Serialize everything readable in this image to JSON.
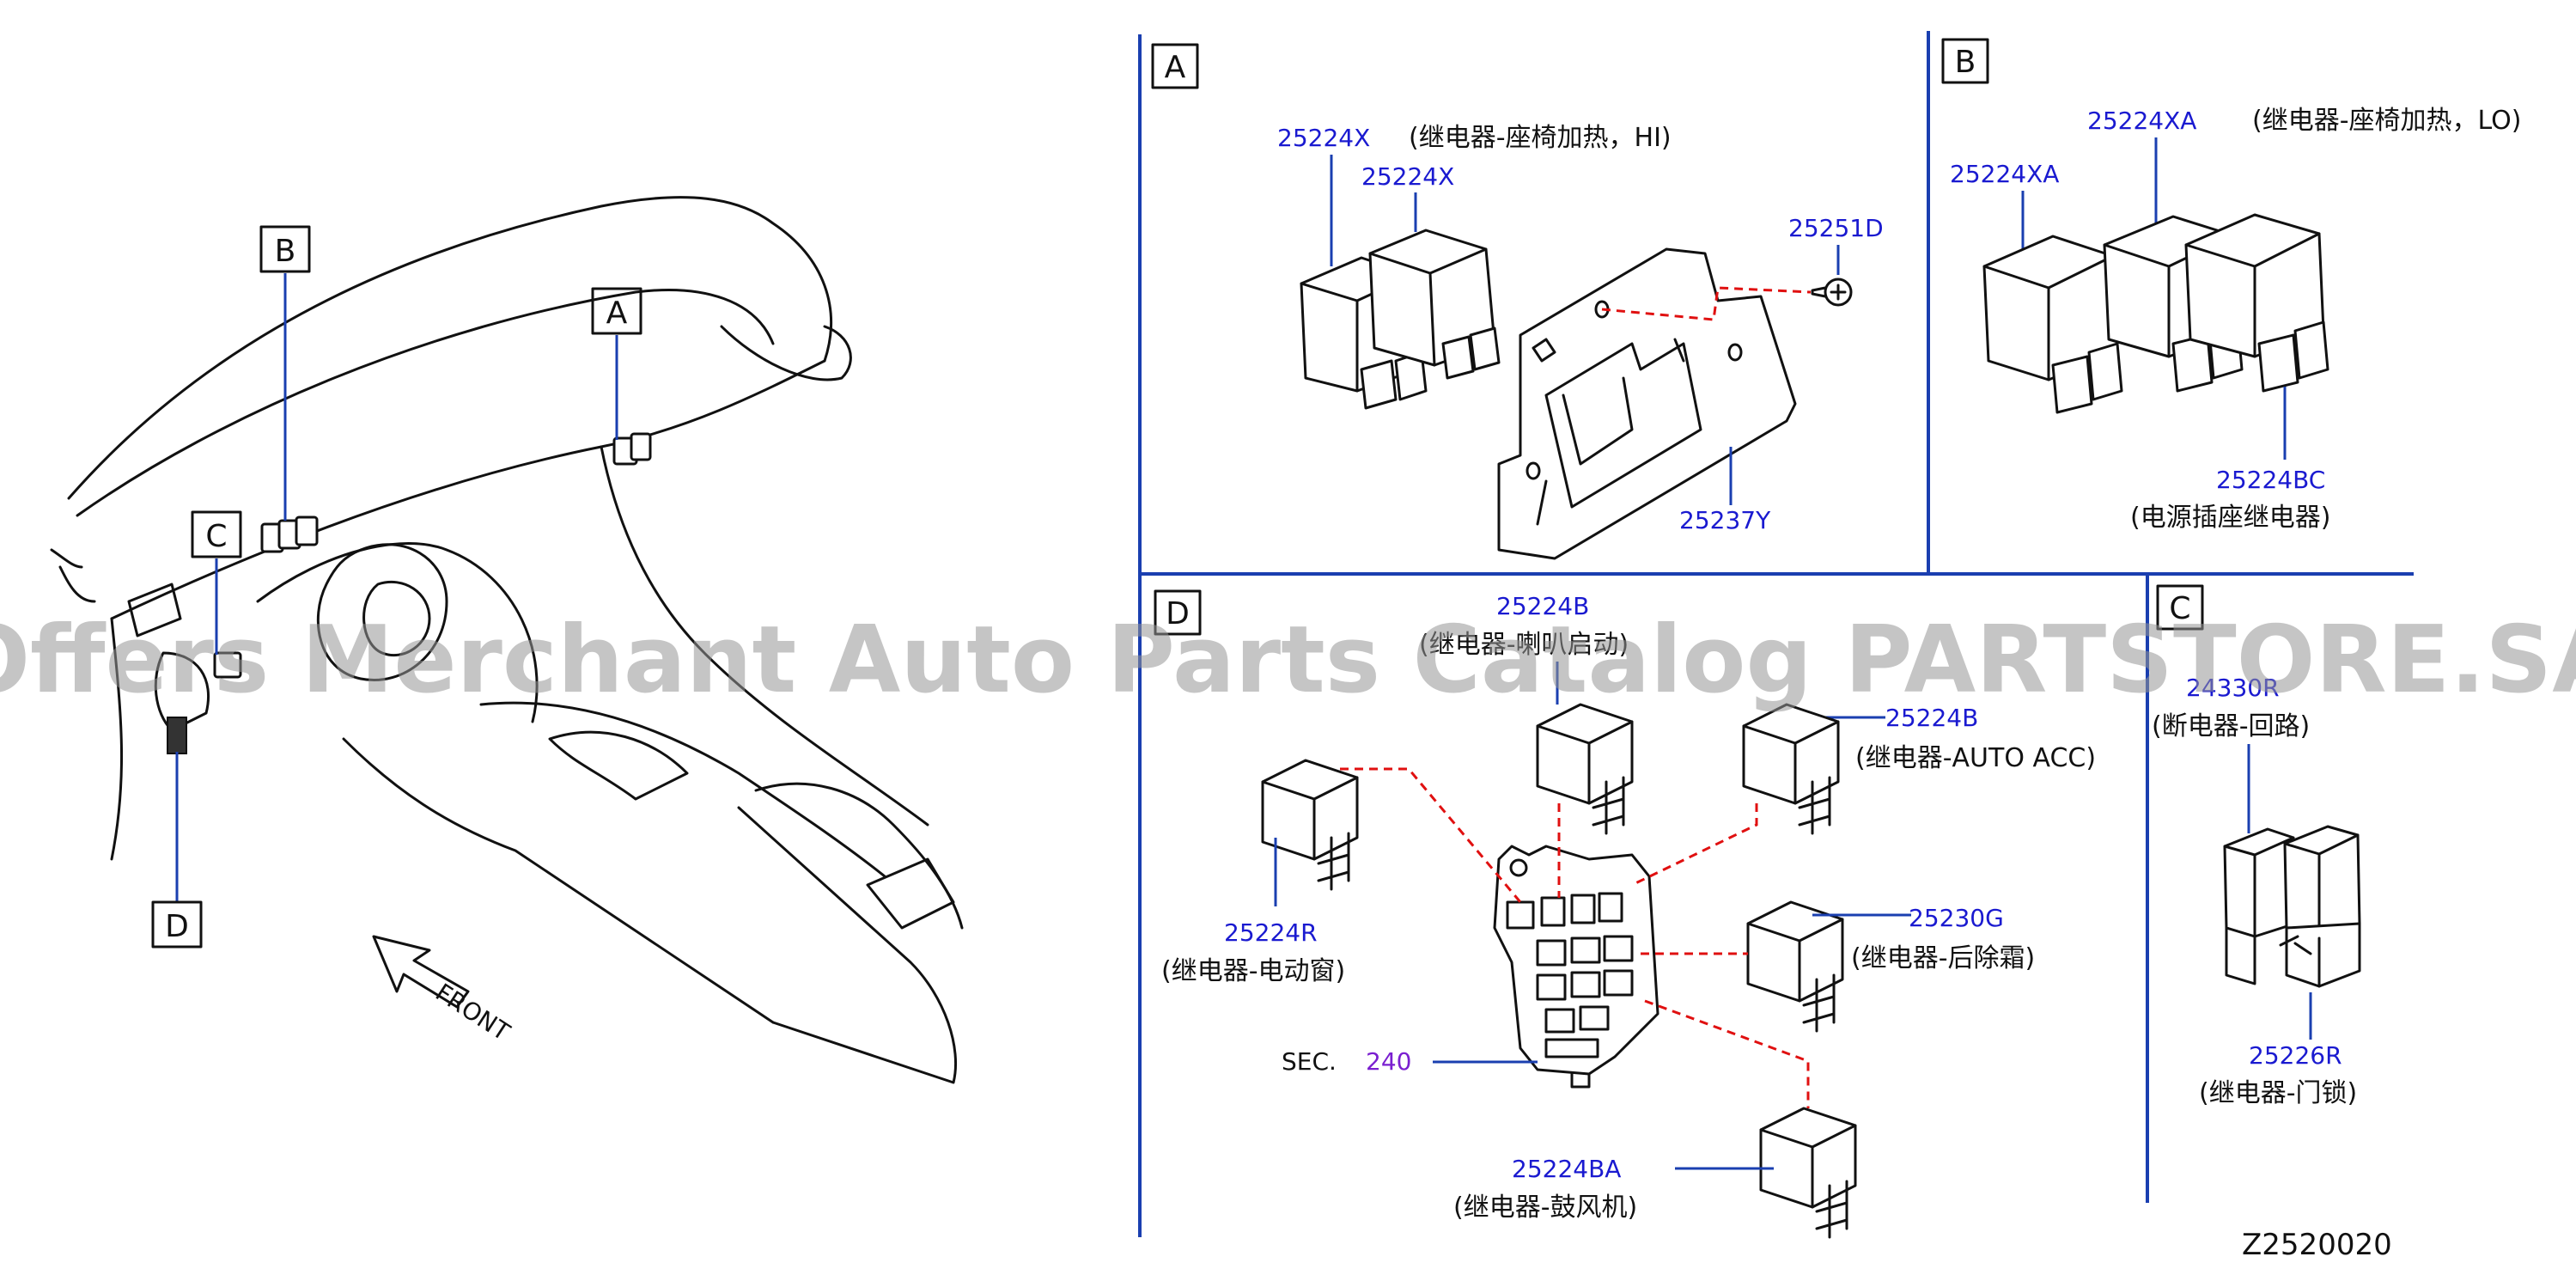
{
  "dashboard": {
    "callouts": [
      "A",
      "B",
      "C",
      "D"
    ],
    "front_label": "FRONT"
  },
  "panels": {
    "A": {
      "letter": "A",
      "parts": {
        "p1": "25224X",
        "p2": "25224X",
        "p3": "25251D",
        "p4": "25237Y"
      },
      "caption": "(继电器-座椅加热，HI)"
    },
    "B": {
      "letter": "B",
      "parts": {
        "p1": "25224XA",
        "p2": "25224XA",
        "p3": "25224BC"
      },
      "caption_top": "(继电器-座椅加热，LO)",
      "caption_bottom": "(电源插座继电器)"
    },
    "C": {
      "letter": "C",
      "parts": {
        "p1": "24330R",
        "p2": "25226R"
      },
      "caption_top": "(断电器-回路)",
      "caption_bottom": "(继电器-门锁)"
    },
    "D": {
      "letter": "D",
      "parts": {
        "top": "25224B",
        "right_top": "25224B",
        "left": "25224R",
        "right_mid": "25230G",
        "bottom": "25224BA"
      },
      "captions": {
        "top": "(继电器-喇叭启动)",
        "right_top": "(继电器-AUTO   ACC)",
        "left": "(继电器-电动窗)",
        "right_mid": "(继电器-后除霜)",
        "bottom": "(继电器-鼓风机)"
      },
      "sec_label": "SEC.",
      "sec_number": "240"
    }
  },
  "diagram_code": "Z2520020",
  "watermark": "Offers Merchant Auto Parts Catalog PARTSTORE.SA"
}
